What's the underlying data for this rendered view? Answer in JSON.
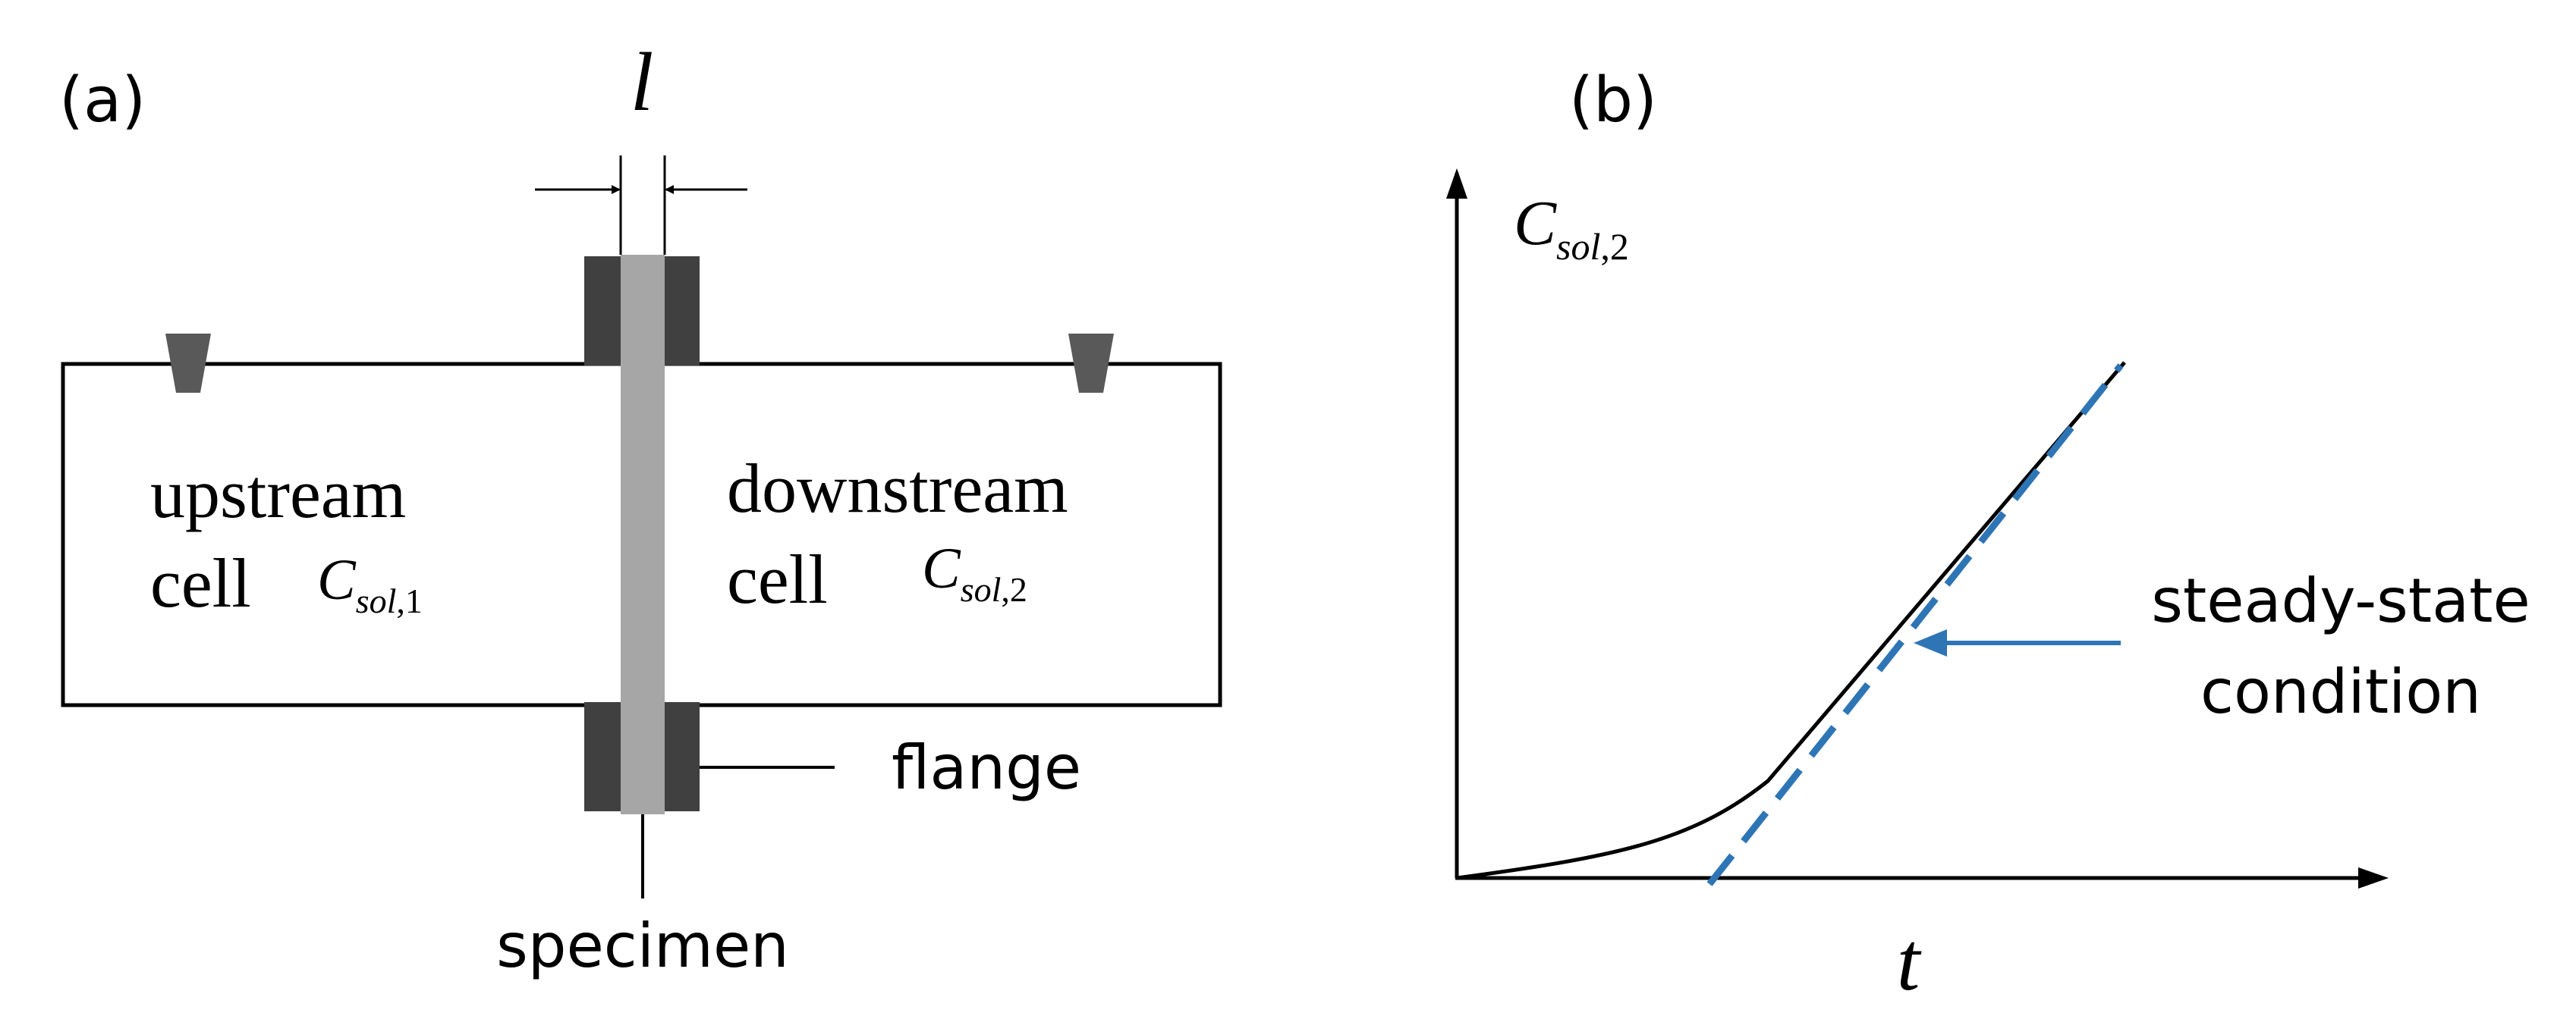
{
  "panel_a": {
    "label": "(a)",
    "thickness_symbol": "l",
    "upstream": {
      "line1": "upstream",
      "line2": "cell",
      "conc_main": "C",
      "conc_sub": "sol",
      "conc_index": ",1"
    },
    "downstream": {
      "line1": "downstream",
      "line2": "cell",
      "conc_main": "C",
      "conc_sub": "sol",
      "conc_index": ",2"
    },
    "flange_label": "flange",
    "specimen_label": "specimen",
    "colors": {
      "flange": "#404040",
      "specimen": "#a6a6a6",
      "port": "#595959",
      "outline": "#000000"
    }
  },
  "panel_b": {
    "label": "(b)",
    "y_axis": {
      "main": "C",
      "sub": "sol",
      "index": ",2"
    },
    "x_axis": "t",
    "annotation": {
      "line1": "steady-state",
      "line2": "condition"
    },
    "colors": {
      "curve": "#000000",
      "tangent": "#2e75b6",
      "arrow": "#2e75b6"
    }
  }
}
